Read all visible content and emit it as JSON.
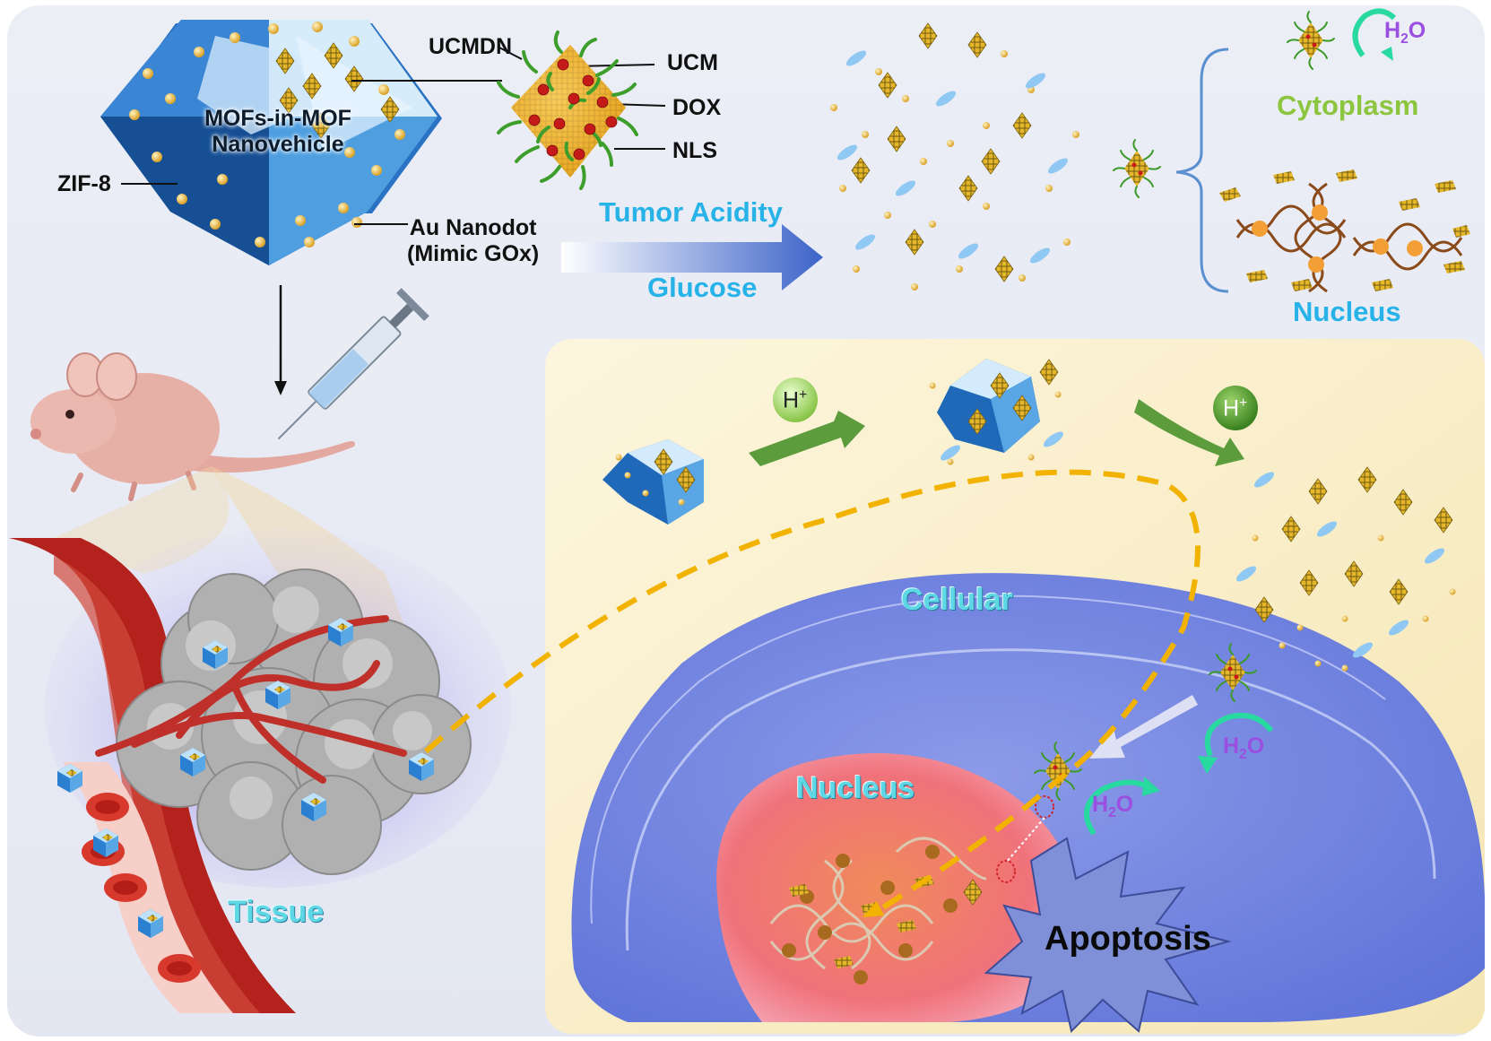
{
  "labels": {
    "ucmdn": "UCMDN",
    "ucm": "UCM",
    "dox": "DOX",
    "nls": "NLS",
    "zif8": "ZIF-8",
    "mof_line1": "MOFs-in-MOF",
    "mof_line2": "Nanovehicle",
    "au_line1": "Au Nanodot",
    "au_line2": "(Mimic GOx)",
    "tumor_acidity": "Tumor Acidity",
    "glucose": "Glucose",
    "cytoplasm": "Cytoplasm",
    "nucleus_top": "Nucleus",
    "tissue": "Tissue",
    "cellular": "Cellular",
    "nucleus_cell": "Nucleus",
    "apoptosis": "Apoptosis",
    "h2o_h": "H",
    "h2o_sub": "2",
    "h2o_o": "O",
    "hplus_h": "H",
    "hplus_sup": "+"
  },
  "colors": {
    "label_blue": "#27b3e8",
    "cytoplasm_green": "#8cc63f",
    "water_purple": "#9b4fe0",
    "mof_blue": "#1d68b3",
    "dash_orange": "#f2b300"
  }
}
